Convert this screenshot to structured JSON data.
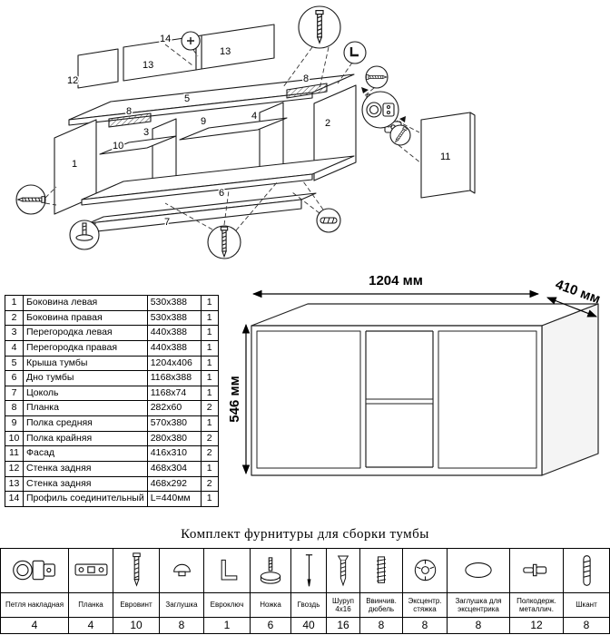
{
  "diagram": {
    "labels": {
      "p1": "1",
      "p2": "2",
      "p3": "3",
      "p4": "4",
      "p5": "5",
      "p6": "6",
      "p7": "7",
      "p8a": "8",
      "p8b": "8",
      "p9": "9",
      "p10": "10",
      "p11": "11",
      "p12": "12",
      "p13a": "13",
      "p13b": "13",
      "p14": "14"
    }
  },
  "parts_table": {
    "rows": [
      {
        "num": "1",
        "name": "Боковина левая",
        "size": "530x388",
        "qty": "1"
      },
      {
        "num": "2",
        "name": "Боковина правая",
        "size": "530x388",
        "qty": "1"
      },
      {
        "num": "3",
        "name": "Перегородка левая",
        "size": "440x388",
        "qty": "1"
      },
      {
        "num": "4",
        "name": "Перегородка правая",
        "size": "440x388",
        "qty": "1"
      },
      {
        "num": "5",
        "name": "Крыша тумбы",
        "size": "1204x406",
        "qty": "1"
      },
      {
        "num": "6",
        "name": "Дно тумбы",
        "size": "1168x388",
        "qty": "1"
      },
      {
        "num": "7",
        "name": "Цоколь",
        "size": "1168x74",
        "qty": "1"
      },
      {
        "num": "8",
        "name": "Планка",
        "size": "282x60",
        "qty": "2"
      },
      {
        "num": "9",
        "name": "Полка средняя",
        "size": "570x380",
        "qty": "1"
      },
      {
        "num": "10",
        "name": "Полка крайняя",
        "size": "280x380",
        "qty": "2"
      },
      {
        "num": "11",
        "name": "Фасад",
        "size": "416x310",
        "qty": "2"
      },
      {
        "num": "12",
        "name": "Стенка задняя",
        "size": "468x304",
        "qty": "1"
      },
      {
        "num": "13",
        "name": "Стенка задняя",
        "size": "468x292",
        "qty": "2"
      },
      {
        "num": "14",
        "name": "Профиль соединительный",
        "size": "L=440мм",
        "qty": "1"
      }
    ]
  },
  "dimensions": {
    "width": "1204 мм",
    "depth": "410 мм",
    "height": "546 мм"
  },
  "hardware": {
    "title": "Комплект фурнитуры для сборки тумбы",
    "items": [
      {
        "name": "Петля накладная",
        "qty": "4",
        "icon": "hinge-icon"
      },
      {
        "name": "Планка",
        "qty": "4",
        "icon": "plate-icon"
      },
      {
        "name": "Евровинт",
        "qty": "10",
        "icon": "euroscrew-icon"
      },
      {
        "name": "Заглушка",
        "qty": "8",
        "icon": "cap-icon"
      },
      {
        "name": "Евроключ",
        "qty": "1",
        "icon": "hexkey-icon"
      },
      {
        "name": "Ножка",
        "qty": "6",
        "icon": "leg-icon"
      },
      {
        "name": "Гвоздь",
        "qty": "40",
        "icon": "nail-icon"
      },
      {
        "name": "Шуруп 4x16",
        "qty": "16",
        "icon": "screw-icon"
      },
      {
        "name": "Ввинчив. дюбель",
        "qty": "8",
        "icon": "dowel-screw-icon"
      },
      {
        "name": "Эксцентр. стяжка",
        "qty": "8",
        "icon": "cam-icon"
      },
      {
        "name": "Заглушка для эксцентрика",
        "qty": "8",
        "icon": "oval-cap-icon"
      },
      {
        "name": "Полкодерж. металлич.",
        "qty": "12",
        "icon": "shelf-support-icon"
      },
      {
        "name": "Шкант",
        "qty": "8",
        "icon": "wood-dowel-icon"
      }
    ]
  }
}
